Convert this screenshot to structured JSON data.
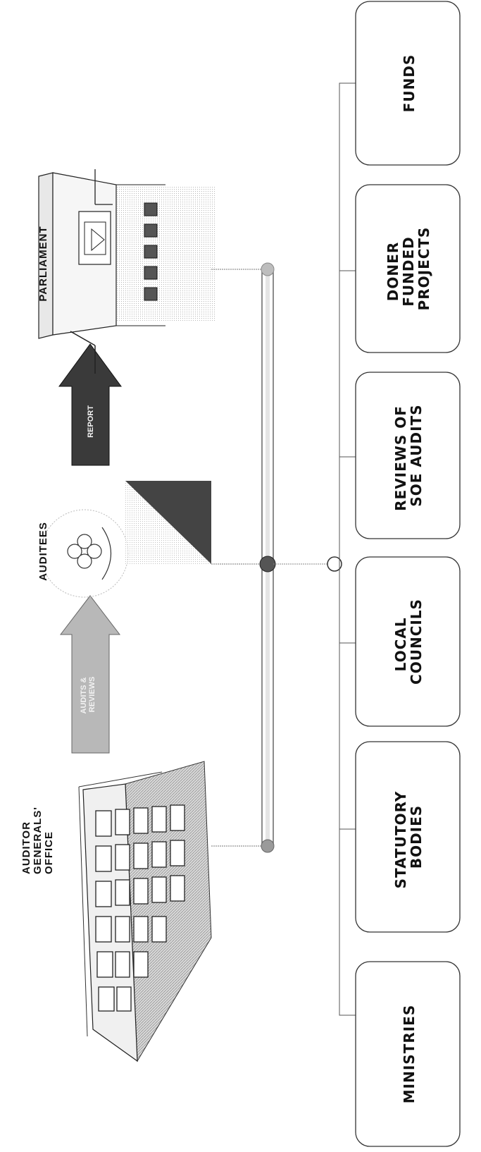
{
  "diagram": {
    "left_labels": {
      "office": [
        "AUDITOR",
        "GENERALS'",
        "OFFICE"
      ],
      "auditees": "AUDITEES",
      "parliament": "PARLIAMENT"
    },
    "arrows": {
      "audits": [
        "AUDITS &",
        "REVIEWS"
      ],
      "report": "REPORT"
    },
    "auditee_boxes": [
      {
        "lines": [
          "MINISTRIES"
        ]
      },
      {
        "lines": [
          "STATUTORY",
          "BODIES"
        ]
      },
      {
        "lines": [
          "LOCAL",
          "COUNCILS"
        ]
      },
      {
        "lines": [
          "REVIEWS OF",
          "SOE AUDITS"
        ]
      },
      {
        "lines": [
          "DONER",
          "FUNDED",
          "PROJECTS"
        ]
      },
      {
        "lines": [
          "FUNDS"
        ]
      }
    ]
  }
}
